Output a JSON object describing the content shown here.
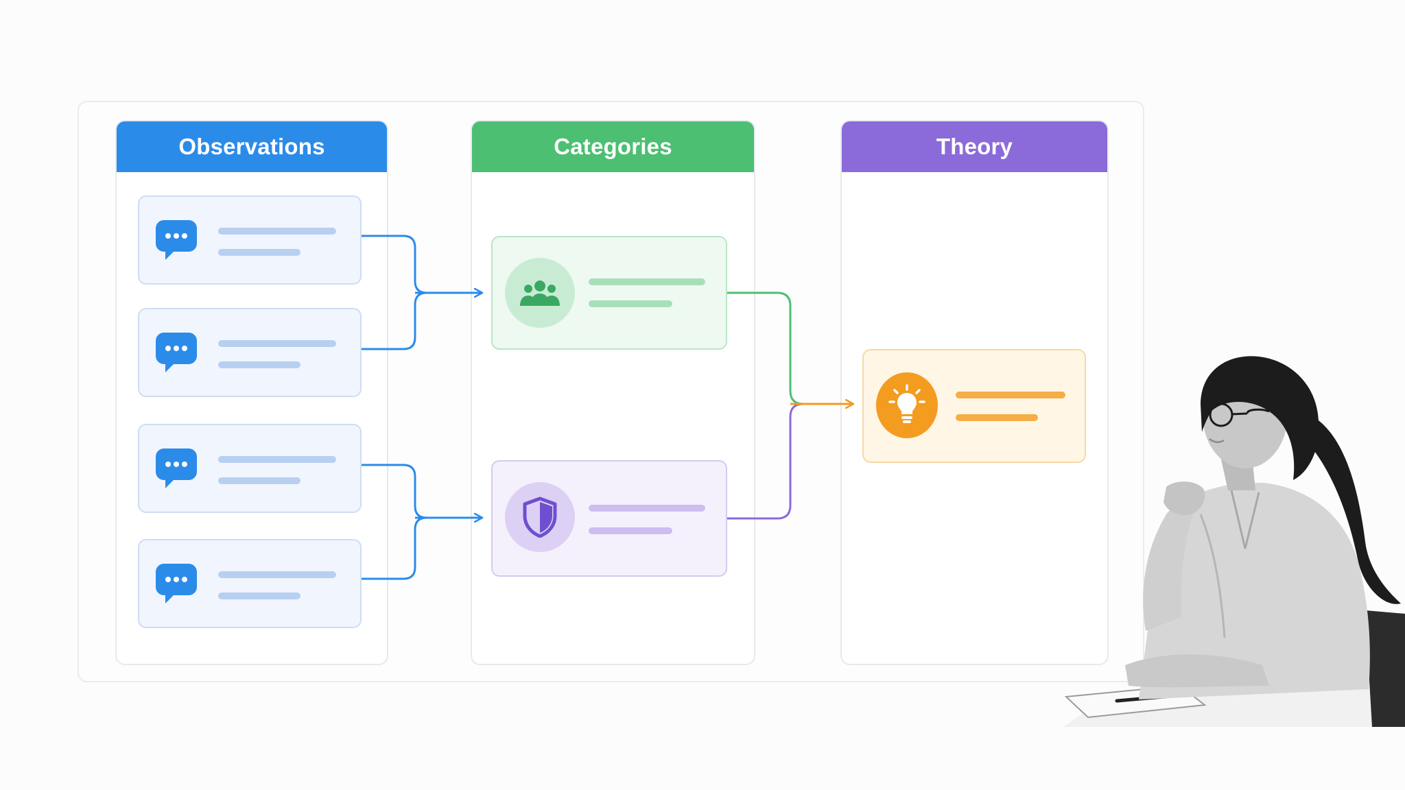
{
  "columns": {
    "observations": {
      "title": "Observations",
      "color": "#2b8be9"
    },
    "categories": {
      "title": "Categories",
      "color": "#4cbf72"
    },
    "theory": {
      "title": "Theory",
      "color": "#8b6ad9"
    }
  },
  "observations": [
    {
      "icon": "chat-bubble-icon"
    },
    {
      "icon": "chat-bubble-icon"
    },
    {
      "icon": "chat-bubble-icon"
    },
    {
      "icon": "chat-bubble-icon"
    }
  ],
  "categories": [
    {
      "icon": "group-icon",
      "color": "#4cbf72"
    },
    {
      "icon": "shield-icon",
      "color": "#8b6ad9"
    }
  ],
  "theory": {
    "icon": "lightbulb-icon",
    "color": "#f39c1f"
  },
  "connector_colors": {
    "blue": "#2b8be9",
    "green": "#4cbf72",
    "purple": "#8b6ad9",
    "orange": "#f39c1f"
  }
}
